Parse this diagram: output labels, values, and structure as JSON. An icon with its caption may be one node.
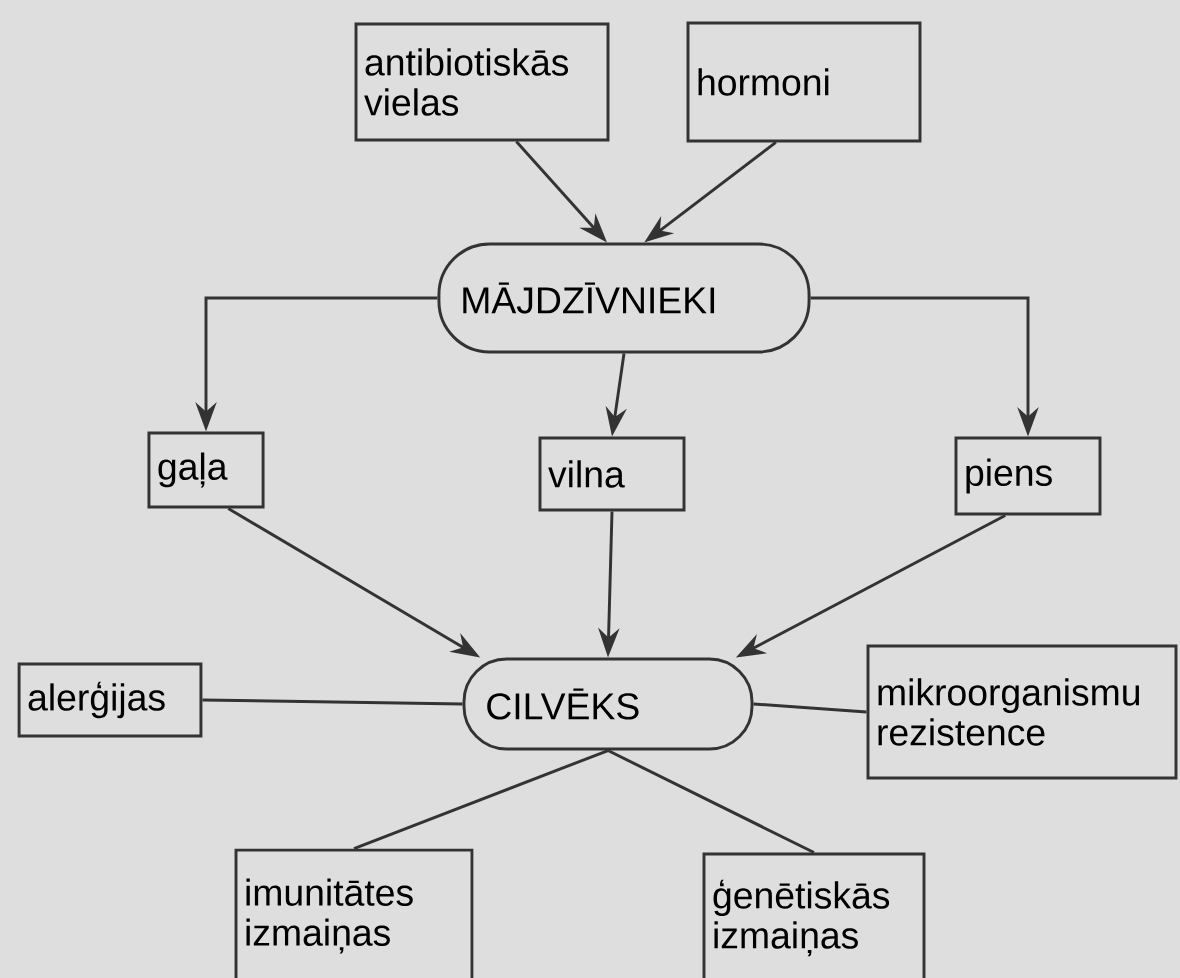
{
  "diagram": {
    "nodes": [
      {
        "text": [
          "antibiotiskās vielas"
        ]
      },
      {
        "text": [
          "hormoni"
        ]
      },
      {
        "text": [
          "MĀJDZĪVNIEKI"
        ]
      },
      {
        "text": [
          "gaļa"
        ]
      },
      {
        "text": [
          "vilna"
        ]
      },
      {
        "text": [
          "piens"
        ]
      },
      {
        "text": [
          "alerģijas"
        ]
      },
      {
        "text": [
          "CILVĒKS"
        ]
      },
      {
        "text": [
          "mikroorganismu rezistence"
        ]
      },
      {
        "text": [
          "imunitātes izmaiņas"
        ]
      },
      {
        "text": [
          "ģenētiskās izmaiņas"
        ]
      }
    ],
    "edges": [
      {
        "from": 0,
        "to": 2,
        "arrow": "to"
      },
      {
        "from": 1,
        "to": 2,
        "arrow": "to"
      },
      {
        "from": 2,
        "to": 3,
        "arrow": "to"
      },
      {
        "from": 2,
        "to": 4,
        "arrow": "to"
      },
      {
        "from": 2,
        "to": 5,
        "arrow": "to"
      },
      {
        "from": 3,
        "to": 7,
        "arrow": "to"
      },
      {
        "from": 4,
        "to": 7,
        "arrow": "to"
      },
      {
        "from": 5,
        "to": 7,
        "arrow": "to"
      },
      {
        "from": 7,
        "to": 6,
        "arrow": "none"
      },
      {
        "from": 7,
        "to": 8,
        "arrow": "none"
      },
      {
        "from": 7,
        "to": 9,
        "arrow": "none"
      },
      {
        "from": 7,
        "to": 10,
        "arrow": "none"
      }
    ]
  }
}
